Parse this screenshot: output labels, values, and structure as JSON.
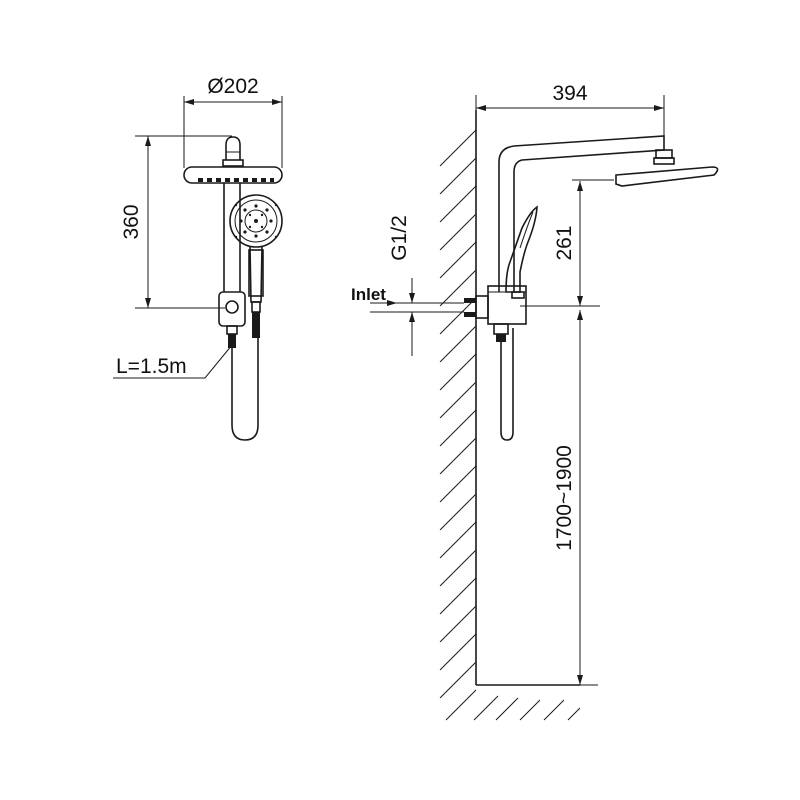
{
  "front_view": {
    "diameter_label": "Ø202",
    "height_label": "360",
    "hose_label": "L=1.5m"
  },
  "side_view": {
    "arm_length_label": "394",
    "drop_label": "261",
    "thread_label": "G1/2",
    "inlet_label": "Inlet",
    "install_height_label": "1700~1900"
  }
}
